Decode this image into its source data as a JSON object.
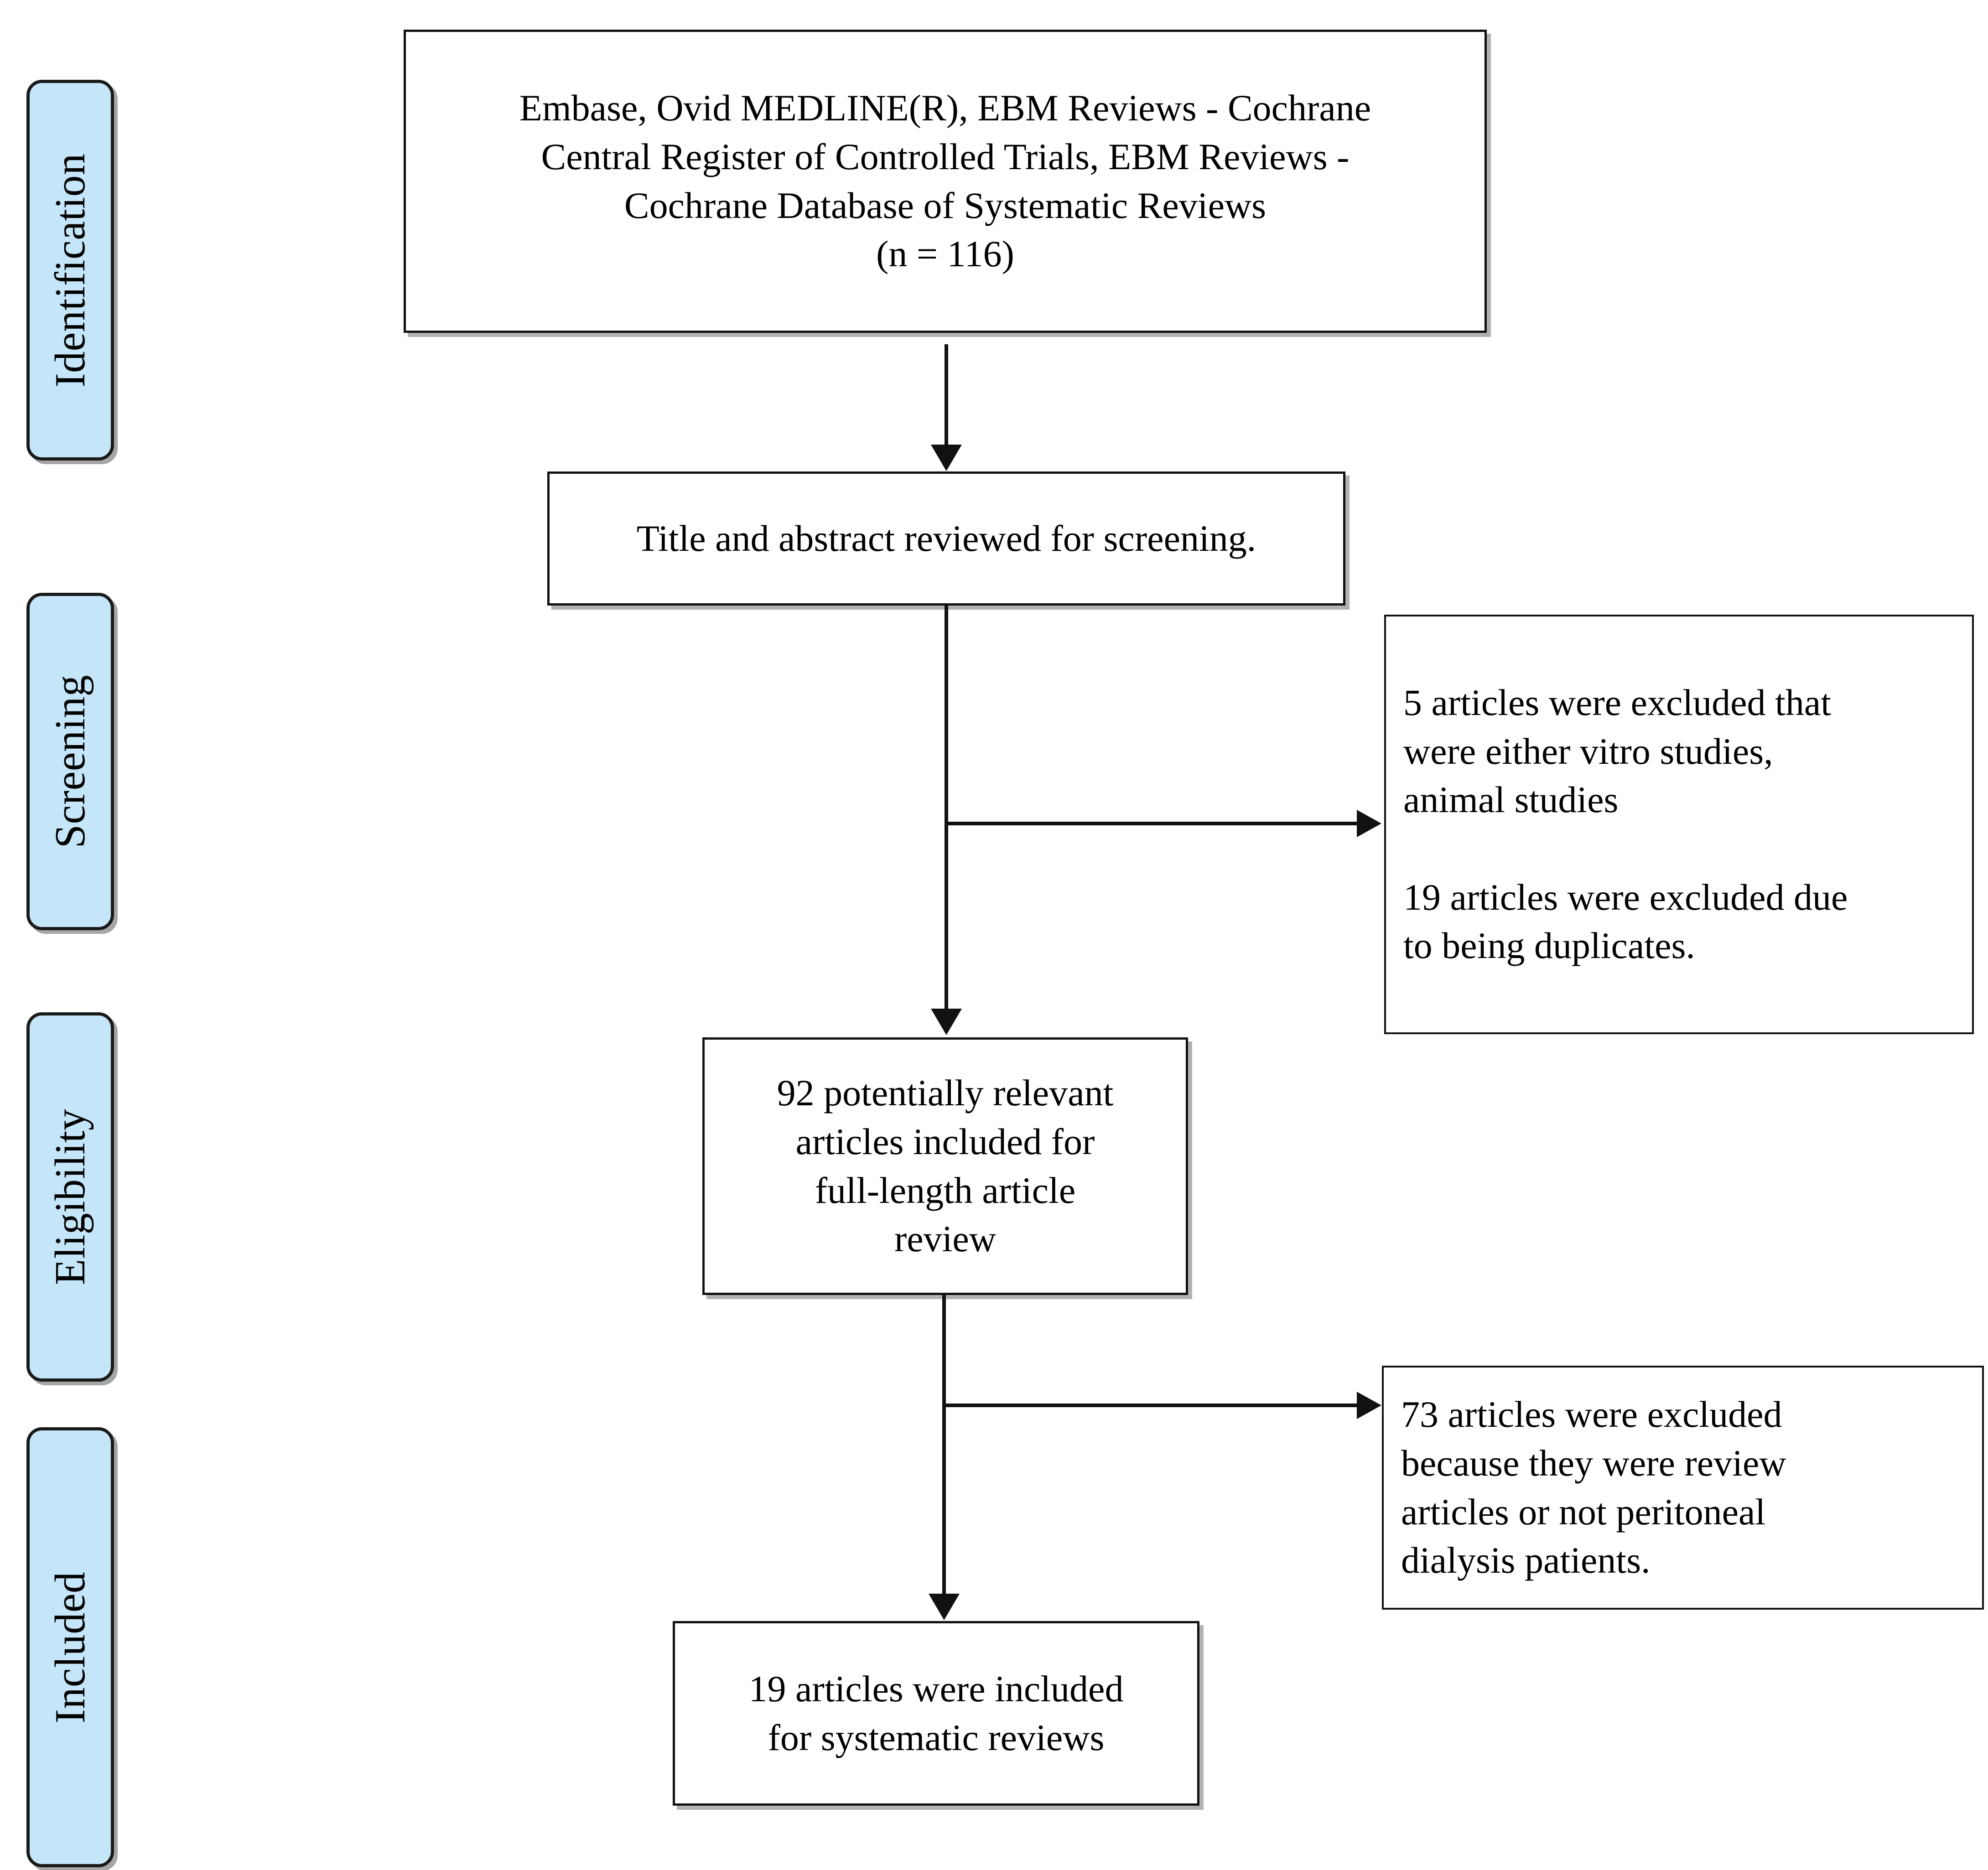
{
  "diagram": {
    "type": "prisma-flow-diagram",
    "stages": [
      {
        "id": "identification",
        "label": "Identification"
      },
      {
        "id": "screening",
        "label": "Screening"
      },
      {
        "id": "eligibility",
        "label": "Eligibility"
      },
      {
        "id": "included",
        "label": "Included"
      }
    ],
    "boxes": {
      "records_identified": {
        "text": "Embase, Ovid MEDLINE(R), EBM Reviews - Cochrane\nCentral Register of Controlled Trials, EBM Reviews -\nCochrane Database of Systematic Reviews\n(n = 116)",
        "count": 116
      },
      "title_abstract_screened": {
        "text": "Title and abstract reviewed for screening."
      },
      "excluded_screening": {
        "text": "5 articles were excluded that\nwere either vitro studies,\nanimal studies\n\n19 articles were excluded due\nto being duplicates."
      },
      "full_text_assessed": {
        "text": "92 potentially relevant\narticles included for\nfull-length article\nreview",
        "count": 92
      },
      "excluded_eligibility": {
        "text": "73 articles were excluded\nbecause they were review\narticles or not peritoneal\ndialysis patients.",
        "count": 73
      },
      "studies_included": {
        "text": "19 articles were included\nfor systematic reviews",
        "count": 19
      }
    },
    "colors": {
      "stage_fill": "#c5e6f8",
      "stage_border": "#1a1a1a",
      "box_border": "#111111",
      "box_fill": "#ffffff",
      "connector": "#111111"
    }
  }
}
